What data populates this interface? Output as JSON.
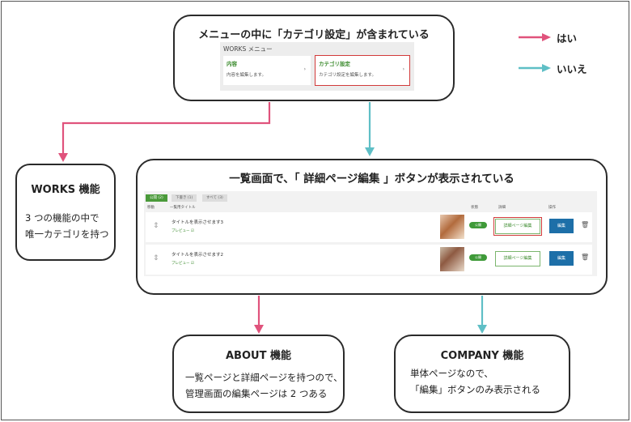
{
  "legend": {
    "yes": "はい",
    "no": "いいえ",
    "yes_color": "#e0537c",
    "no_color": "#5fbfc6"
  },
  "box_top": {
    "title": "メニューの中に「カテゴリ設定」が含まれている"
  },
  "works_menu": {
    "header": "WORKS メニュー",
    "cards": [
      {
        "title": "内容",
        "subtitle": "内容を編集します。"
      },
      {
        "title": "カテゴリ設定",
        "subtitle": "カテゴリ設定を編集します。"
      }
    ],
    "chevron": "›"
  },
  "box_list": {
    "title": "一覧画面で、「 詳細ページ編集 」ボタンが表示されている"
  },
  "list_screen": {
    "tabs": [
      "公開 (2)",
      "下書き (1)",
      "すべて (3)"
    ],
    "headers": [
      "移動",
      "一覧用タイトル",
      "状態",
      "詳細",
      "操作"
    ],
    "rows": [
      {
        "title": "タイトルを表示させます3",
        "preview": "プレビュー ☑",
        "status": "公開",
        "detail": "詳細ページ編集",
        "edit": "編集"
      },
      {
        "title": "タイトルを表示させます2",
        "preview": "プレビュー ☑",
        "status": "公開",
        "detail": "詳細ページ編集",
        "edit": "編集"
      }
    ],
    "drag_icon": "⇕",
    "trash_icon": "🗑"
  },
  "box_works": {
    "title": "WORKS 機能",
    "lines": [
      "3 つの機能の中で",
      "唯一カテゴリを持つ"
    ]
  },
  "box_about": {
    "title": "ABOUT 機能",
    "lines": [
      "一覧ページと詳細ページを持つので、",
      "管理画面の編集ページは 2 つある"
    ]
  },
  "box_company": {
    "title": "COMPANY 機能",
    "lines": [
      "単体ページなので、",
      "「編集」ボタンのみ表示される"
    ]
  }
}
